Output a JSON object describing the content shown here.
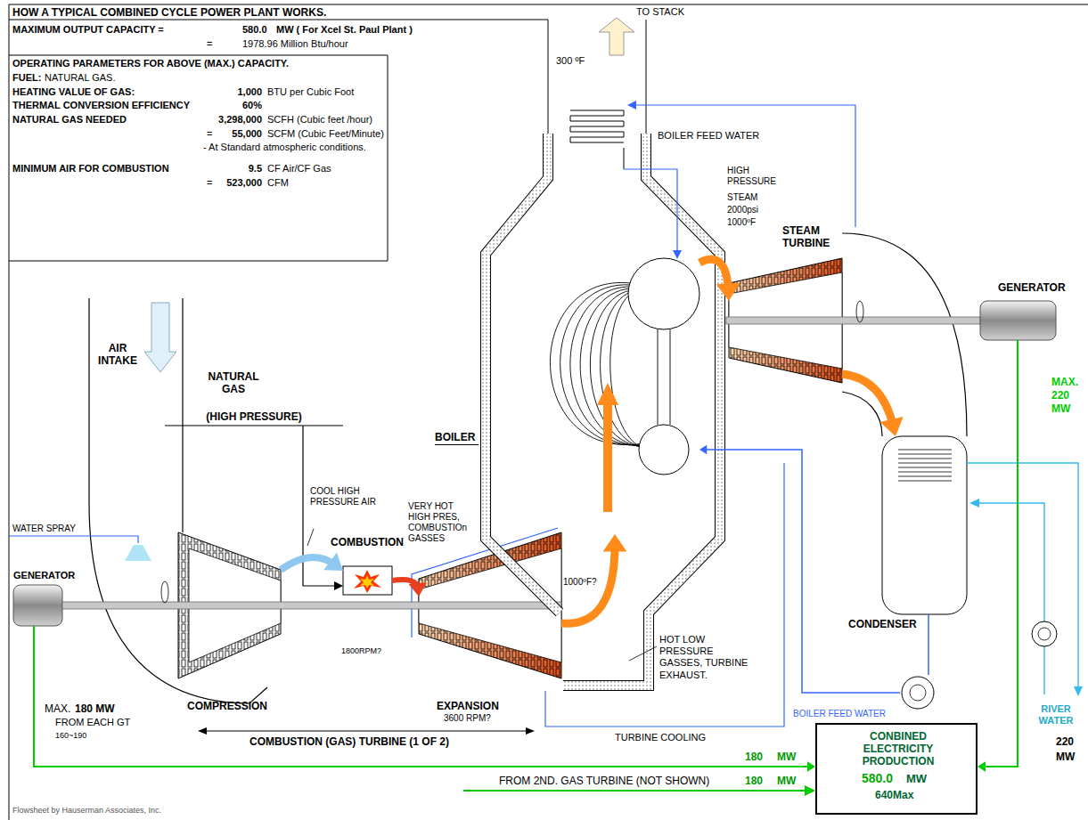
{
  "diagram": {
    "title": "HOW A TYPICAL COMBINED CYCLE POWER PLANT WORKS.",
    "nodes": [
      {
        "text": [
          "MAXIMUM OUTPUT CAPACITY =",
          "580.0",
          "MW ( For Xcel St. Paul Plant )",
          "=",
          "1978.96 Million Btu/hour",
          "OPERATING PARAMETERS FOR ABOVE (MAX.) CAPACITY.",
          "FUEL:",
          "NATURAL GAS.",
          "HEATING VALUE OF GAS:",
          "1,000",
          "BTU per Cubic Foot",
          "THERMAL CONVERSION EFFICIENCY",
          "60%",
          "NATURAL GAS NEEDED",
          "3,298,000",
          "SCFH (Cubic feet /hour)",
          "=",
          "55,000",
          "SCFM (Cubic Feet/Minute)",
          "- At Standard atmospheric conditions.",
          "MINIMUM AIR FOR COMBUSTION",
          "9.5",
          "CF Air/CF Gas",
          "=",
          "523,000",
          "CFM"
        ]
      },
      {
        "text": [
          "GENERATOR"
        ]
      },
      {
        "text": [
          "COMPRESSION"
        ]
      },
      {
        "text": [
          "COMBUSTION"
        ]
      },
      {
        "text": [
          "EXPANSION",
          "3600 RPM?"
        ]
      },
      {
        "text": [
          "BOILER"
        ]
      },
      {
        "text": [
          "STEAM TURBINE"
        ]
      },
      {
        "text": [
          "GENERATOR",
          "MAX. 220 MW"
        ]
      },
      {
        "text": [
          "CONDENSER"
        ]
      },
      {
        "text": [
          "BOILER FEED WATER"
        ]
      },
      {
        "text": [
          "CONBINED ELECTRICITY PRODUCTION",
          "580.0",
          "MW",
          "640Max"
        ]
      }
    ],
    "edges": [
      {
        "from": 1,
        "to": 10,
        "arrow": "to"
      },
      {
        "from": 7,
        "to": 10,
        "arrow": "to"
      },
      {
        "from": 2,
        "to": 3,
        "arrow": "to"
      },
      {
        "from": 3,
        "to": 4,
        "arrow": "to"
      },
      {
        "from": 4,
        "to": 5,
        "arrow": "to"
      },
      {
        "from": 5,
        "to": 6,
        "arrow": "to"
      },
      {
        "from": 6,
        "to": 8,
        "arrow": "to"
      },
      {
        "from": 8,
        "to": 9,
        "arrow": "none"
      },
      {
        "from": 9,
        "to": 5,
        "arrow": "to"
      }
    ],
    "labels": [
      "AIR INTAKE",
      "NATURAL GAS",
      "(HIGH PRESSURE)",
      "COOL HIGH PRESSURE AIR",
      "WATER SPRAY",
      "VERY HOT HIGH PRES, COMBUSTIOn GASSES",
      "1800RPM?",
      "MAX.",
      "180 MW",
      "FROM EACH GT",
      "160~190",
      "COMBUSTION (GAS) TURBINE (1 OF 2)",
      "TO STACK",
      "300 ºF",
      "BOILER FEED WATER",
      "HIGH PRESSURE",
      "STEAM",
      "2000psi",
      "1000ºF",
      "1000ºF?",
      "HOT LOW PRESSURE GASSES, TURBINE EXHAUST.",
      "TURBINE COOLING",
      "180",
      "MW",
      "FROM 2ND. GAS TURBINE (NOT SHOWN)",
      "180",
      "MW",
      "220",
      "MW",
      "RIVER WATER",
      "Flowsheet by Hauserman Associates, Inc."
    ]
  }
}
